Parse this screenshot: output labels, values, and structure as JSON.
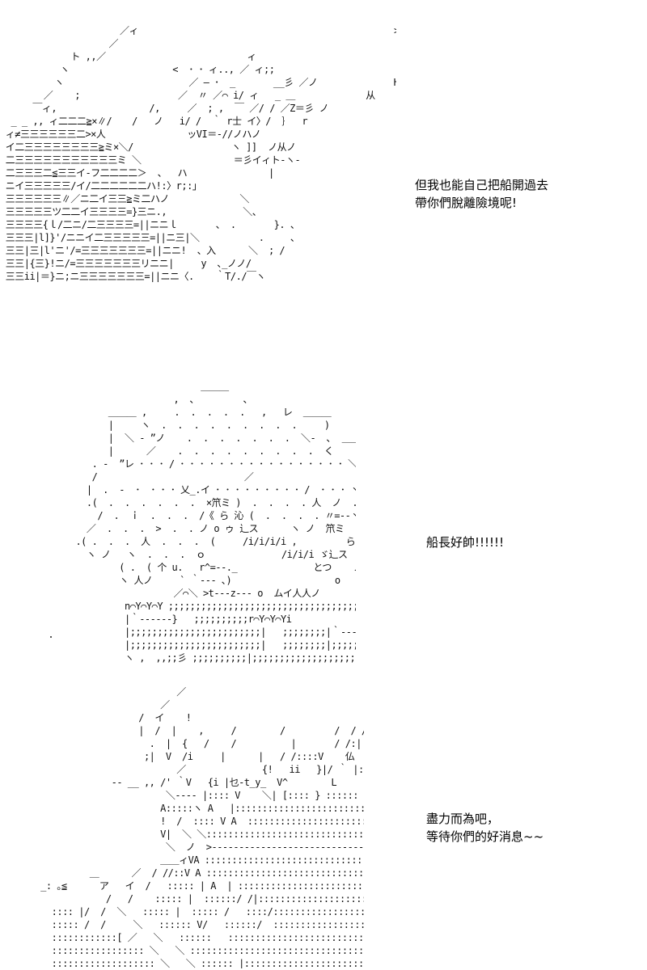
{
  "panels": [
    {
      "art": [
        "                      ／ィ                                               >×＿,",
        "                    ／                                                     ヽイ_,",
        "             ト ,,／                          ィ                            ＝<",
        "           ヽ                   <  ･ ･ ィ.., ／ ィ;;",
        "          ヽ                       ／ ― ･  _       __彡 ／ノ              H",
        "        ／    ;                  ／  〃 ／⌒ i/ ィ   _ ＿             从",
        "      ￣ィ,                 /,     ／  ; ,  ￣ ／/ / ／Z＝彡 ノ              ミ",
        "  _ _ ,, ィ二二二≧×∥/ 　 /   ノ   i/ /  ｀ r士 イ〉/  ｝  r",
        " ィ≠三三三三三三二>×人               ッVI＝-//ノハノ",
        " イ二三三三三三三三三≧ミ×＼/                  ヽ ]]  ノ从ノ",
        " 二三三三三三三三三三三三ミ ＼                 ＝彡イィト‐ヽ‐",
        " 二三三三二≦三三イ-フ二二二二＞  、  ハ               |",
        " ニイ三三三三三/イ/二二二二二二ハ!:〉r;:」",
        " 三三三三三三∥／ニ二イ三三≧ミ二ハノ             ＼",
        " 三三三三三ツ二二イ三三三三=}三ニ.,              ＼、",
        " 三三三三{ｌ/二ニ/二三三三三=||ニニｌ       、 .       }. 、",
        " 三三三|l]}'/ニニイ二三三三三三=||ニ三|＼           ．    、",
        " 三三|三|l'ニ'/=三三三三三三三=||ニニ!  、入      ＼  ; /",
        " 三三|{三}!ニ/=三三三三三三三リニニ|     y  ､_ノノ/",
        " 三三ii|＝}ニ;ニ三三三三三三三=||ニニ〈.    ｀T/./￣ヽ"
      ],
      "dialogue": [
        "但我也能自己把船開過去",
        "帶你們脫離險境呢!"
      ]
    },
    {
      "art": [
        "                         ＿＿＿",
        "                    ,  ､         ､",
        "        ＿＿＿ ,     .  .  .  .  .   ,   レ  ＿＿＿",
        "        |     ヽ  .  .  .  .  .  .  .  .  .     )",
        "        |  ＼ ‐ ”ノ    .  .  .  .  .  .  .  ＼‐  ､  ＿＿,",
        "        |      ／    .  .  .  .  .  .  .  .  .  く          /",
        "     . ‐  ”レ ･ ･ ･ / ･ ･ ･ ･ ･ ･ ･ ･ ･ ･ ･ ･ ･ ･ ･ ･ ･ ＼  /",
        "     /                           ／                    ,  /",
        "    |  .  ‐  ･  ･ ･ ･ 乂_.イ ･ ･ ･ ･ ･ ･ ･ ･ ･ /  ･ ･ ･ ヽ V 、",
        "    .(  .  .  .  .  .  .  ×笊ミ )  .  .  .  . 人  ノ  .  .  .  ｉ  .  . __)",
        "      /  .  ｉ  .  .  .  /《 ら 沁 (  .  .  .  . 〃=‐‐ヽ  ｉ  .  ノ ノ .  .  . ヽ",
        "    ／  .  .  .  >  .  . ノ o ゥ 辶ス      ヽ ノ  笊ミ      V  .  .  . ノ  .  .  .  . )",
        "  .( .  .  .  人  .  .  .  (     /i/i/i/i ,         らn心       |  .  .  .  .  .  . ノ",
        "    ヽ ノ   ヽ  .  .  .  ｏ              /i/i/i ゞ辶ス       し  .  .  . (  .  .  . ノ",
        "          ( .  ( 个 u.   r^=-‐._              とつ    ノ  .  ノ  .  .  ノ  ハ",
        "          ヽ 人ノ     ` ｀‐‐‐ ､)                   o    /.  ./ l  ./ . /",
        "                    ／⌒＼ >t‐‐‐z‐‐‐ o  ムイ人人ノ",
        "           n⌒Y⌒Y⌒Y ;;;;;;;;;;;;;;;;;;;;;;;;;;;;;;;;;;;;;;;;;;;;;;;;;;;;;;;;;;;",
        "           |｀‐‐‐‐‐‐}   ;;;;;;;;;;r⌒Y⌒Y⌒Yi",
        "           |;;;;;;;;;;;;;;;;;;;;;;;;|   ;;;;;;;;|｀‐‐‐‐‐‐‐‐|",
        "           |;;;;;;;;;;;;;;;;;;;;;;;;|   ;;;;;;;;|;;;;;;;;;;;;;;;;;;;;;;;;;|",
        "           ヽ ,  ,,;;彡 ;;;;;;;;;;|;;;;;;;;;;;;;;;;;;;;;;;;;;|!"
      ],
      "dialogue": [
        "船長好帥!!!!!!"
      ]
    },
    {
      "art": [
        "                            ／",
        "                         ／",
        "                     /  イ    !",
        "                     |  /  |    ,     /        /         /  / /   |",
        "                       .  |  {   /    /          |       / /:|   |:",
        "                      ;|  V  /i     |      |   / /::::V    仏",
        "                            ／              {!   ii   }|/ ｀ |:=V  VA          |           il:.    V  |",
        "                ‐‐ __ ,, /' ｀V   {i |乜-t_y_  V^        L          {::::ヽ  |V |",
        "                          ＼‐‐‐‐ |:::: V    ＼| [:::: } ::::::  ＼ |::::::    ＼       l:.     V:::/VI l",
        "                         A:::::ヽ A   |:::::::::::::::::::::::::     |:::::::::: 、      |:::::::::::ヽ ‐ ＼  |/",
        "                         !  /  :::: V A  :::::::::::::::::::::::::::::::/ ::::::::::::::::::::::::::::      ＼       /",
        "                         V|  ＼ ＼:::::::::::::::::::::::::::::::::::::::::::::::::::::::::::     ＼                ムイ",
        "                          ＼  ノ  >‐‐‐‐‐‐‐‐‐‐‐‐‐‐‐‐‐‐‐‐‐‐‐‐‐‐‐‐‐‐‐‐‐‐‐‐       /",
        "                         ＿＿ィVA :::::::::::::::::::::::::::::::::::::::::::::::::   ⌒           /",
        "            ＿      ／  / //::V A :::::::::::::::::::::::::::::::::::::::::::::::::::::: マニ=‐‐‐‐‐‐‐‐‐‐‐‐=ニア     イ  /",
        "   _: ｡≦      ア   イ  /   ::::: | A  | :::::::::::::::::::::::::::::::::::::::::::::::::::::::::::      /           |  |〉",
        "               /   /    ::::: |  ::::::/ /|:::::::::::::::::::::::::::::::::::::::::::::::::::::::::: ‐‐  ;         イ        |  |",
        "     :::: |/  /  ＼   ::::: |  ::::: /   ::::/:::::::::::::::::::::::::::::::::::::::::::::::::::::::  /   ＼      /        |\\",
        "     ::::: /  /     ＼   :::::: V/   ::::::/  :::::::::::::::::::::::::::::::::::::::::::::::::::::::::{         ／          ＼",
        "     ::::::::::::[ ／   ＼   ::::::   ::::::::::::::::::::::::::::::::::::::::::: ≧==≦ ::::::::::: /           ＼       ",
        "     ::::::::::::::::: ＼   ＼ ::::::::::::::::::::::::::::::::::::::::::::::::::::::::::::::::::::::::::::::::: /                ＼",
        "     ::::::::::::::::::: ＼   ＼ :::::: |:::::::::::::::::::::::::::::::::::::::::: |:::::::::::::: /             V"
      ],
      "dialogue": [
        "盡力而為吧，",
        "等待你們的好消息~~"
      ]
    }
  ]
}
